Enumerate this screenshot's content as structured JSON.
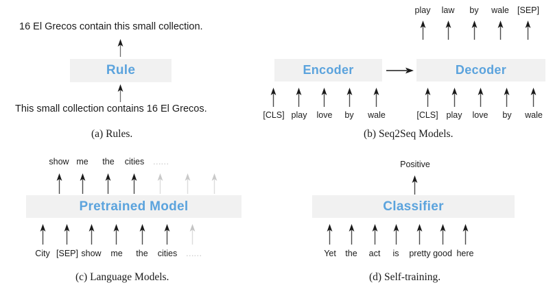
{
  "figure": {
    "colors": {
      "box_fill": "#f1f1f1",
      "box_text": "#5ba3dd",
      "text": "#1a1a1a",
      "arrow_dark": "#1a1a1a",
      "arrow_dim": "#c9c9c9",
      "background": "#ffffff"
    }
  },
  "panel_a": {
    "caption": "(a) Rules.",
    "output_sentence": "16 El Grecos contain this small collection.",
    "box_label": "Rule",
    "input_sentence": "This small collection contains 16 El Grecos.",
    "up_arrows": 2
  },
  "panel_b": {
    "caption": "(b) Seq2Seq Models.",
    "encoder_label": "Encoder",
    "decoder_label": "Decoder",
    "flow_arrow": "right-arrow",
    "encoder_inputs": [
      "[CLS]",
      "play",
      "love",
      "by",
      "wale"
    ],
    "decoder_inputs": [
      "[CLS]",
      "play",
      "love",
      "by",
      "wale"
    ],
    "decoder_outputs": [
      "play",
      "law",
      "by",
      "wale",
      "[SEP]"
    ]
  },
  "panel_c": {
    "caption": "(c) Language Models.",
    "box_label": "Pretrained Model",
    "output_tokens": [
      {
        "text": "show",
        "dim": false
      },
      {
        "text": "me",
        "dim": false
      },
      {
        "text": "the",
        "dim": false
      },
      {
        "text": "cities",
        "dim": false
      },
      {
        "text": "……",
        "dim": true
      },
      {
        "text": "",
        "dim": true
      },
      {
        "text": "",
        "dim": true
      }
    ],
    "output_arrows_dim": [
      false,
      false,
      false,
      false,
      true,
      true,
      true
    ],
    "input_tokens": [
      {
        "text": "City",
        "dim": false
      },
      {
        "text": "[SEP]",
        "dim": false
      },
      {
        "text": "show",
        "dim": false
      },
      {
        "text": "me",
        "dim": false
      },
      {
        "text": "the",
        "dim": false
      },
      {
        "text": "cities",
        "dim": false
      },
      {
        "text": "……",
        "dim": true
      }
    ],
    "input_arrows_dim": [
      false,
      false,
      false,
      false,
      false,
      false,
      true
    ]
  },
  "panel_d": {
    "caption": "(d) Self-training.",
    "box_label": "Classifier",
    "output_label": "Positive",
    "input_tokens": [
      "Yet",
      "the",
      "act",
      "is",
      "pretty",
      "good",
      "here"
    ]
  }
}
